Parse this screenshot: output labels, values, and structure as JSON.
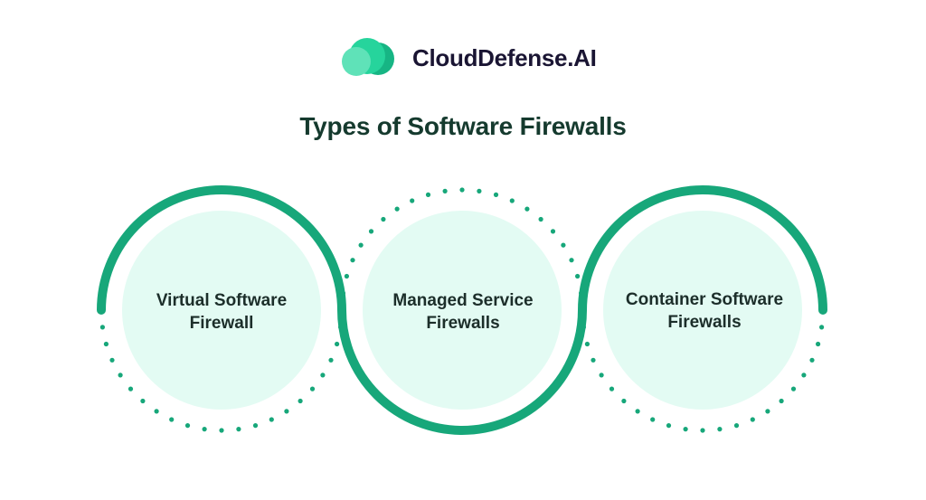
{
  "brand": {
    "name": "CloudDefense.AI",
    "logo_icon": "cloud-icon",
    "logo_colors": [
      "#5fe2b8",
      "#26d49c",
      "#17b584"
    ]
  },
  "title": "Types of Software Firewalls",
  "colors": {
    "accent": "#17a77a",
    "circle_fill": "#e3fbf3",
    "title_text": "#153a2e",
    "label_text": "#1c2e2a"
  },
  "types": [
    {
      "line1": "Virtual Software",
      "line2": "Firewall"
    },
    {
      "line1": "Managed Service",
      "line2": "Firewalls"
    },
    {
      "line1": "Container Software",
      "line2": "Firewalls"
    }
  ]
}
